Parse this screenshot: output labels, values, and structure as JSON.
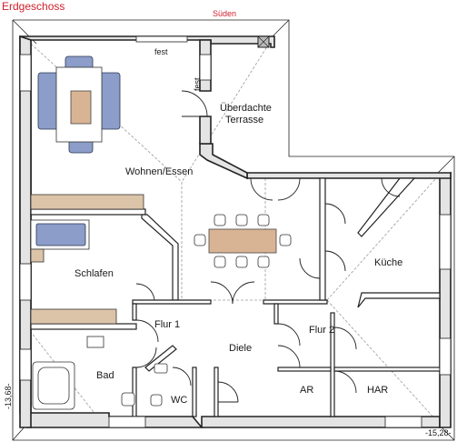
{
  "header": {
    "title": "Erdgeschoss",
    "orientation": "Süden"
  },
  "rooms": {
    "wohnen": "Wohnen/Essen",
    "terrasse_line1": "Überdachte",
    "terrasse_line2": "Terrasse",
    "schlafen": "Schlafen",
    "kueche": "Küche",
    "flur1": "Flur 1",
    "flur2": "Flur 2",
    "diele": "Diele",
    "bad": "Bad",
    "wc": "WC",
    "ar": "AR",
    "har": "HAR"
  },
  "annotations": {
    "fest_top": "fest",
    "fest_side": "fest"
  },
  "dimensions": {
    "width": "-15,28-",
    "depth": "-13,68-"
  },
  "colors": {
    "title": "#d01e2a",
    "sofa": "#8b9dc8",
    "table": "#d9b494",
    "cabinet": "#dcc4a8",
    "wall_fill": "#e4e4e4"
  }
}
